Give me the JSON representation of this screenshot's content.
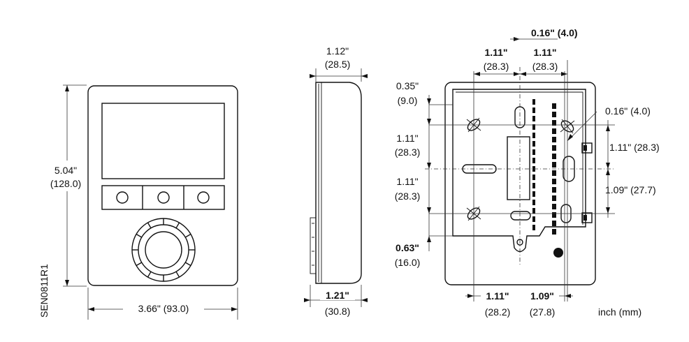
{
  "front": {
    "height": "5.04\"",
    "height_mm": "(128.0)",
    "width": "3.66\" (93.0)"
  },
  "side": {
    "top_depth": "1.12\"",
    "top_depth_mm": "(28.5)",
    "bottom_depth": "1.21\"",
    "bottom_depth_mm": "(30.8)"
  },
  "back": {
    "top_offset": "0.16\" (4.0)",
    "top_left": "1.11\"",
    "top_left_mm": "(28.3)",
    "top_right": "1.11\"",
    "top_right_mm": "(28.3)",
    "left_1": "0.35\"",
    "left_1_mm": "(9.0)",
    "left_2": "1.11\"",
    "left_2_mm": "(28.3)",
    "left_3": "1.11\"",
    "left_3_mm": "(28.3)",
    "left_4": "0.63\"",
    "left_4_mm": "(16.0)",
    "right_1": "0.16\" (4.0)",
    "right_2": "1.11\" (28.3)",
    "right_3": "1.09\" (27.7)",
    "bottom_left": "1.11\"",
    "bottom_left_mm": "(28.2)",
    "bottom_right": "1.09\"",
    "bottom_right_mm": "(27.8)"
  },
  "code": "SEN0811R1",
  "units": "inch (mm)"
}
